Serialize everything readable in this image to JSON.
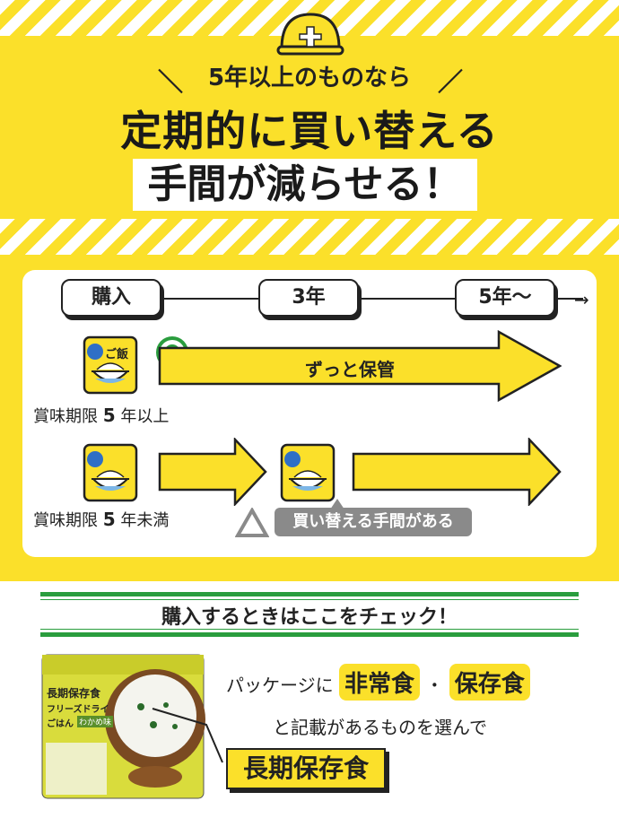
{
  "header": {
    "subtitle": "5年以上のものなら",
    "title_line1": "定期的に買い替える",
    "title_line2": "手間が減らせる！"
  },
  "timeline": {
    "labels": [
      "購入",
      "3年",
      "5年〜"
    ]
  },
  "rows": [
    {
      "condition_prefix": "賞味期限 ",
      "condition_value": "5",
      "condition_suffix": " 年以上",
      "arrow_text": "ずっと保管"
    },
    {
      "condition_prefix": "賞味期限 ",
      "condition_value": "5",
      "condition_suffix": " 年未満",
      "callout": "買い替える手間がある"
    }
  ],
  "pack_label": "ご飯",
  "check": {
    "title": "購入するときはここをチェック！",
    "line1_prefix": "パッケージに",
    "tag1": "非常食",
    "separator": "・",
    "tag2": "保存食",
    "line2": "と記載があるものを選んで",
    "stamp": "長期保存食"
  },
  "product": {
    "name": "長期保存食",
    "sub1": "フリーズドライ",
    "sub2": "ごはん",
    "flavor": "わかめ味"
  },
  "colors": {
    "yellow": "#fbe02a",
    "green": "#2a9d3e",
    "dark": "#222222",
    "gray": "#8a8a8a"
  }
}
